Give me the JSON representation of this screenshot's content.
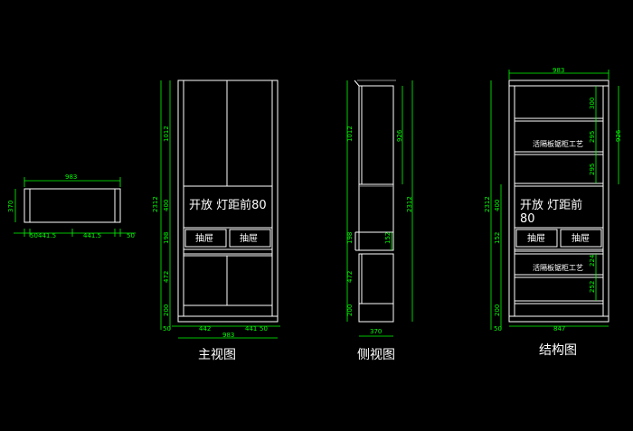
{
  "colors": {
    "background": "#000000",
    "linework": "#ffffff",
    "dimension": "#00ff00",
    "hidden_line": "#8a8a8a"
  },
  "plan_view": {
    "dims": {
      "width": "983",
      "depth": "370",
      "left": "50",
      "mid1": "441.5",
      "mid2": "441.5",
      "right": "50"
    }
  },
  "front_view": {
    "caption": "主视图",
    "dims": {
      "h_1012": "1012",
      "h_2312": "2312",
      "h_400": "400",
      "h_198": "198",
      "h_472": "472",
      "h_200": "200",
      "h_50": "50",
      "w_442": "442",
      "w_441": "441",
      "w_50": "50",
      "w_983": "983"
    },
    "open_note": "开放  灯距前80",
    "drawer_left": "抽屉",
    "drawer_right": "抽屉"
  },
  "side_view": {
    "caption": "侧视图",
    "dims": {
      "h_1012": "1012",
      "h_926": "926",
      "h_2312": "2312",
      "h_198": "198",
      "h_152": "152",
      "h_472": "472",
      "h_200": "200",
      "w_370": "370"
    }
  },
  "structure_view": {
    "caption": "结构图",
    "dims": {
      "w_983": "983",
      "h_300": "300",
      "h_295": "295",
      "h_926": "926",
      "h_295b": "295",
      "h_2312": "2312",
      "h_400": "400",
      "h_152": "152",
      "h_224": "224",
      "h_252": "252",
      "h_200": "200",
      "h_50": "50",
      "w_847": "847"
    },
    "shelf_note_top": "活隔板锯柜工艺",
    "open_note_line1": "开放  灯距前",
    "open_note_line2": "80",
    "drawer_left": "抽屉",
    "drawer_right": "抽屉",
    "shelf_note_bottom": "活隔板锯柜工艺"
  }
}
